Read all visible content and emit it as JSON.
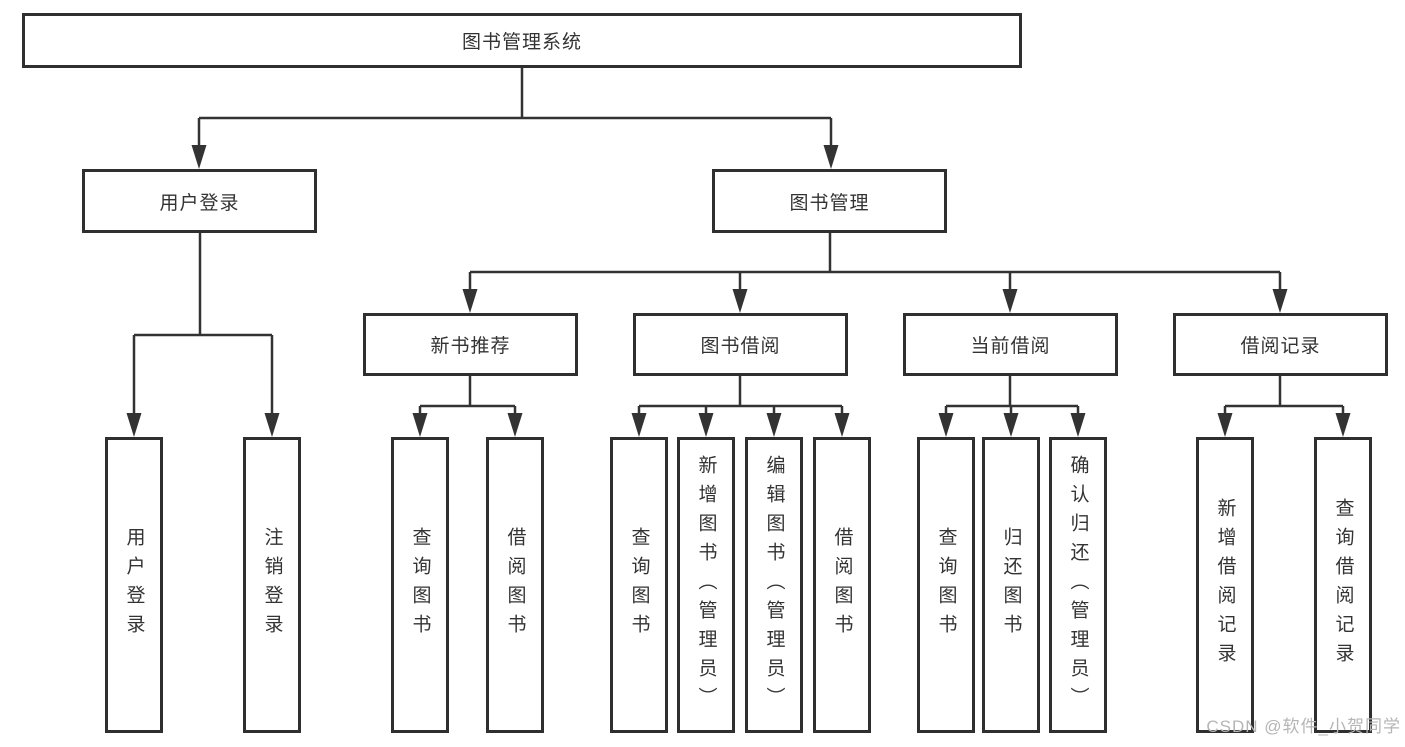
{
  "tree": {
    "root": "图书管理系统",
    "children": [
      {
        "label": "用户登录",
        "children": [
          "用户登录",
          "注销登录"
        ]
      },
      {
        "label": "图书管理",
        "children": [
          {
            "label": "新书推荐",
            "children": [
              "查询图书",
              "借阅图书"
            ]
          },
          {
            "label": "图书借阅",
            "children": [
              "查询图书",
              "新增图书（管理员）",
              "编辑图书（管理员）",
              "借阅图书"
            ]
          },
          {
            "label": "当前借阅",
            "children": [
              "查询图书",
              "归还图书",
              "确认归还（管理员）"
            ]
          },
          {
            "label": "借阅记录",
            "children": [
              "新增借阅记录",
              "查询借阅记录"
            ]
          }
        ]
      }
    ]
  },
  "watermark": "CSDN @软件_小贺同学",
  "colors": {
    "line": "#333333",
    "box_border": "#2f2f2f",
    "text": "#333333",
    "watermark": "#b5b5b5",
    "background": "#ffffff"
  }
}
